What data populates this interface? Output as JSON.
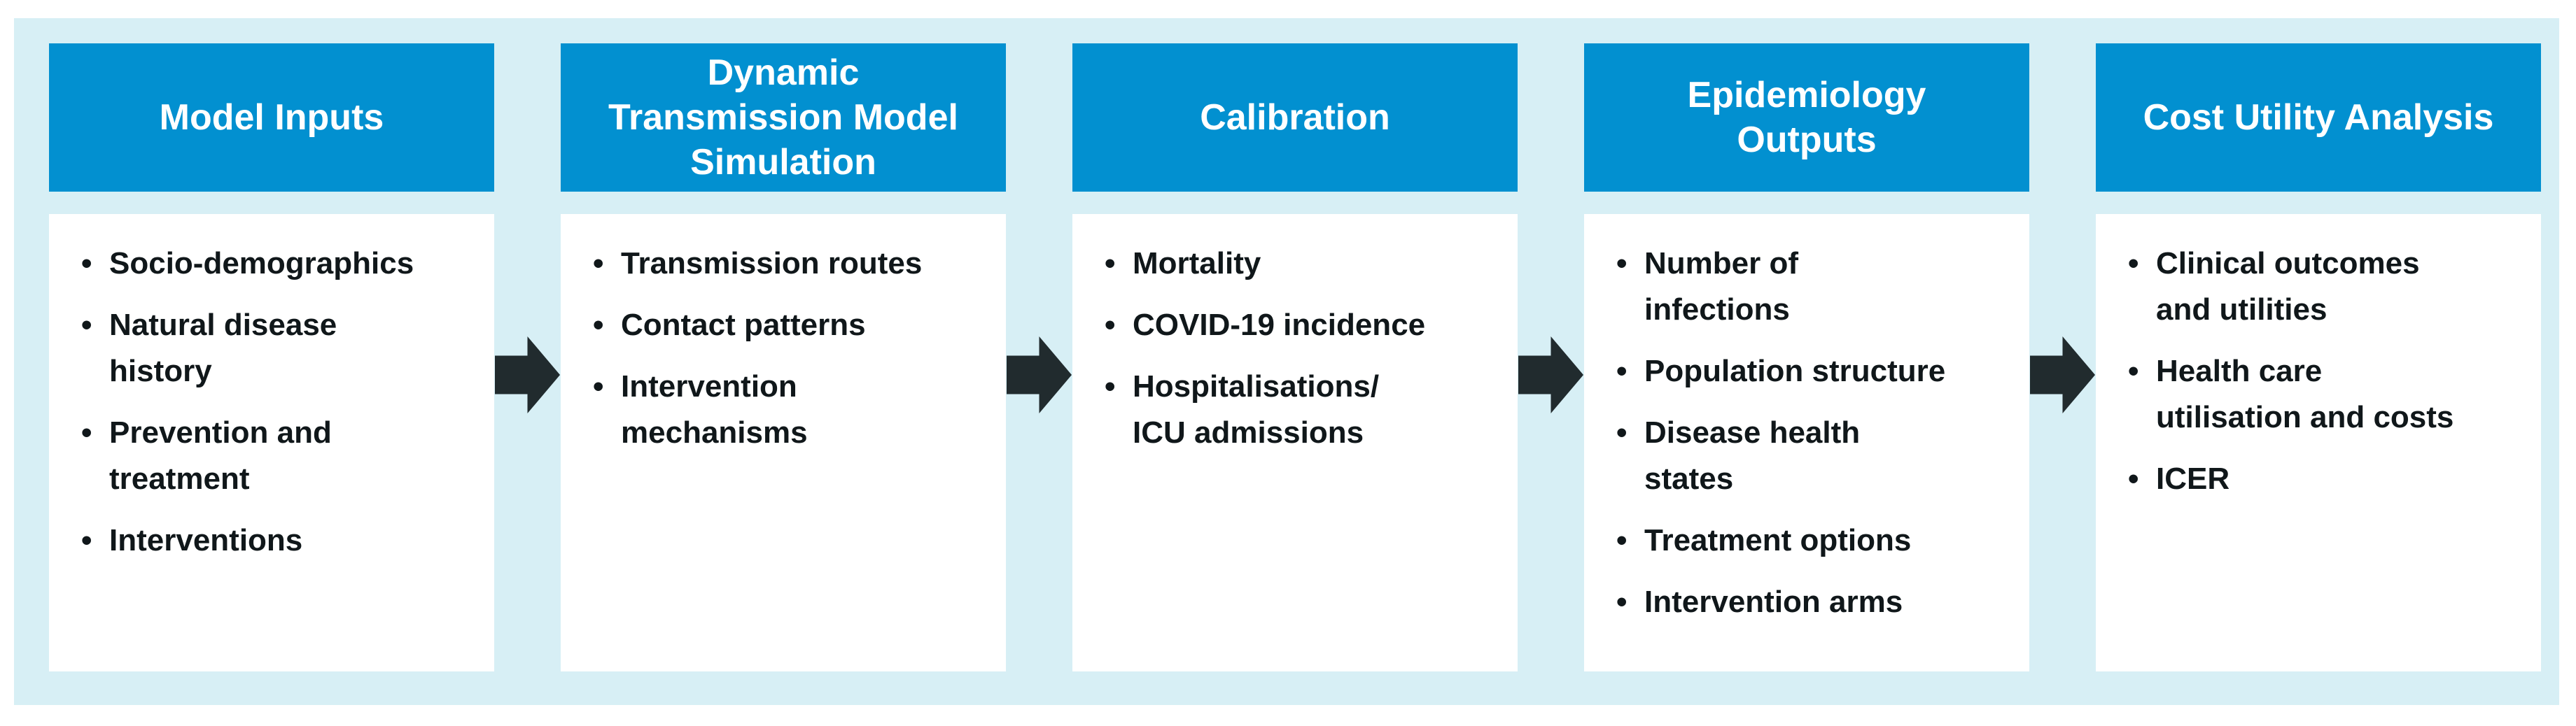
{
  "palette": {
    "page_bg": "#ffffff",
    "panel_bg": "#d7eff5",
    "header_bg": "#0290d0",
    "header_text": "#ffffff",
    "body_box_bg": "#ffffff",
    "body_text": "#10171a",
    "arrow": "#212b2e"
  },
  "bullet_char": "•",
  "arrow_icon": "right-block-arrow",
  "columns": [
    {
      "title": "Model Inputs",
      "items": [
        "Socio-demographics",
        "Natural disease\nhistory",
        "Prevention and\ntreatment",
        "Interventions"
      ]
    },
    {
      "title": "Dynamic\nTransmission Model\nSimulation",
      "items": [
        "Transmission routes",
        "Contact patterns",
        "Intervention\nmechanisms"
      ]
    },
    {
      "title": "Calibration",
      "items": [
        "Mortality",
        "COVID-19 incidence",
        "Hospitalisations/\nICU admissions"
      ]
    },
    {
      "title": "Epidemiology\nOutputs",
      "items": [
        "Number of\ninfections",
        "Population structure",
        "Disease health\nstates",
        "Treatment options",
        "Intervention arms"
      ]
    },
    {
      "title": "Cost Utility Analysis",
      "items": [
        "Clinical outcomes\nand utilities",
        "Health care\nutilisation and costs",
        "ICER"
      ]
    }
  ]
}
